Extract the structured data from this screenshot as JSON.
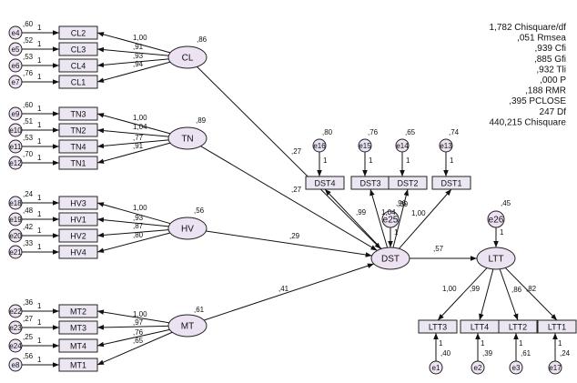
{
  "fit_stats": [
    "1,782 Chisquare/df",
    ",051 Rmsea",
    ",939 Cfi",
    ",885 Gfi",
    ",932 Tli",
    ",000 P",
    ",188 RMR",
    ",395 PCLOSE",
    "247 Df",
    "440,215 Chisquare"
  ],
  "latents": [
    {
      "id": "CL",
      "label": "CL",
      "r2": ",86"
    },
    {
      "id": "TN",
      "label": "TN",
      "r2": ",89"
    },
    {
      "id": "HV",
      "label": "HV",
      "r2": ",56"
    },
    {
      "id": "MT",
      "label": "MT",
      "r2": ",61"
    },
    {
      "id": "DST",
      "label": "DST",
      "r2": ""
    },
    {
      "id": "LTT",
      "label": "LTT",
      "r2": ""
    }
  ],
  "indicators": [
    {
      "id": "CL2",
      "label": "CL2",
      "error": "e4",
      "var": ",60",
      "one": "1",
      "loading": "1,00",
      "factor": "CL"
    },
    {
      "id": "CL3",
      "label": "CL3",
      "error": "e5",
      "var": ",52",
      "one": "1",
      "loading": ",91",
      "factor": "CL"
    },
    {
      "id": "CL4",
      "label": "CL4",
      "error": "e6",
      "var": ",53",
      "one": "1",
      "loading": ",93",
      "factor": "CL"
    },
    {
      "id": "CL1",
      "label": "CL1",
      "error": "e7",
      "var": ",76",
      "one": "1",
      "loading": ",94",
      "factor": "CL"
    },
    {
      "id": "TN3",
      "label": "TN3",
      "error": "e9",
      "var": ",60",
      "one": "1",
      "loading": "1,00",
      "factor": "TN"
    },
    {
      "id": "TN2",
      "label": "TN2",
      "error": "e10",
      "var": ",51",
      "one": "1",
      "loading": "1,04",
      "factor": "TN"
    },
    {
      "id": "TN4",
      "label": "TN4",
      "error": "e11",
      "var": ",53",
      "one": "1",
      "loading": ",77",
      "factor": "TN"
    },
    {
      "id": "TN1",
      "label": "TN1",
      "error": "e12",
      "var": ",70",
      "one": "1",
      "loading": ",91",
      "factor": "TN"
    },
    {
      "id": "HV3",
      "label": "HV3",
      "error": "e18",
      "var": ",24",
      "one": "1",
      "loading": "1,00",
      "factor": "HV"
    },
    {
      "id": "HV1",
      "label": "HV1",
      "error": "e19",
      "var": ",48",
      "one": "1",
      "loading": ",93",
      "factor": "HV"
    },
    {
      "id": "HV2",
      "label": "HV2",
      "error": "e20",
      "var": ",42",
      "one": "1",
      "loading": ",87",
      "factor": "HV"
    },
    {
      "id": "HV4",
      "label": "HV4",
      "error": "e21",
      "var": ",33",
      "one": "1",
      "loading": ",80",
      "factor": "HV"
    },
    {
      "id": "MT2",
      "label": "MT2",
      "error": "e22",
      "var": ",36",
      "one": "1",
      "loading": "1,00",
      "factor": "MT"
    },
    {
      "id": "MT3",
      "label": "MT3",
      "error": "e23",
      "var": ",27",
      "one": "1",
      "loading": ",97",
      "factor": "MT"
    },
    {
      "id": "MT4",
      "label": "MT4",
      "error": "e24",
      "var": ",25",
      "one": "1",
      "loading": ",76",
      "factor": "MT"
    },
    {
      "id": "MT1",
      "label": "MT1",
      "error": "e8",
      "var": ",56",
      "one": "1",
      "loading": ",65",
      "factor": "MT"
    },
    {
      "id": "DST4",
      "label": "DST4",
      "error": "e16",
      "var": ",80",
      "one": "1",
      "loading": ",99",
      "factor": "DST"
    },
    {
      "id": "DST3",
      "label": "DST3",
      "error": "e15",
      "var": ",76",
      "one": "1",
      "loading": "1,04",
      "factor": "DST"
    },
    {
      "id": "DST2",
      "label": "DST2",
      "error": "e14",
      "var": ",65",
      "one": "1",
      "loading": ",96",
      "factor": "DST"
    },
    {
      "id": "DST1",
      "label": "DST1",
      "error": "e13",
      "var": ",74",
      "one": "1",
      "loading": "1,00",
      "factor": "DST"
    },
    {
      "id": "LTT3",
      "label": "LTT3",
      "error": "e1",
      "var": ",40",
      "one": "1",
      "loading": "1,00",
      "factor": "LTT"
    },
    {
      "id": "LTT4",
      "label": "LTT4",
      "error": "e2",
      "var": ",39",
      "one": "1",
      "loading": ",99",
      "factor": "LTT"
    },
    {
      "id": "LTT2",
      "label": "LTT2",
      "error": "e3",
      "var": ",61",
      "one": "1",
      "loading": ",86",
      "factor": "LTT"
    },
    {
      "id": "LTT1",
      "label": "LTT1",
      "error": "e17",
      "var": ",24",
      "one": "1",
      "loading": ",82",
      "factor": "LTT"
    }
  ],
  "structural_paths": [
    {
      "from": "CL",
      "to": "DST",
      "coef": ",27"
    },
    {
      "from": "TN",
      "to": "DST",
      "coef": ",27"
    },
    {
      "from": "HV",
      "to": "DST",
      "coef": ",29"
    },
    {
      "from": "MT",
      "to": "DST",
      "coef": ",41"
    },
    {
      "from": "DST",
      "to": "LTT",
      "coef": ",57"
    }
  ],
  "disturbances": [
    {
      "id": "e25",
      "label": "e25",
      "target": "DST",
      "one": "1",
      "var": ",39"
    },
    {
      "id": "e26",
      "label": "e26",
      "target": "LTT",
      "one": "1",
      "var": ",45"
    }
  ]
}
